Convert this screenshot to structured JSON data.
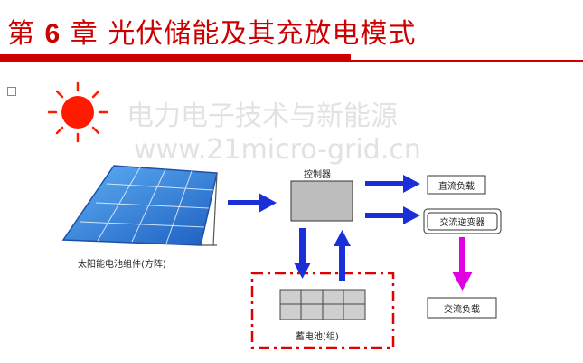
{
  "slide": {
    "title_prefix": "第",
    "title_number": "6",
    "title_suffix": "章 光伏储能及其充放电模式"
  },
  "watermark": {
    "line1": "电力电子技术与新能源",
    "line2": "www.21micro-grid.cn"
  },
  "diagram": {
    "controller_label": "控制器",
    "dc_load_label": "直流负载",
    "inverter_label": "交流逆变器",
    "ac_load_label": "交流负载",
    "solar_array_label": "太阳能电池组件(方阵)",
    "battery_label": "蓄电池(组)"
  },
  "colors": {
    "title_red": "#cc0000",
    "sun_red": "#ff1a00",
    "panel_blue": "#2f7fd6",
    "arrow_blue": "#1a2fd8",
    "arrow_magenta": "#e000e0",
    "battery_dash_red": "#e00000"
  }
}
